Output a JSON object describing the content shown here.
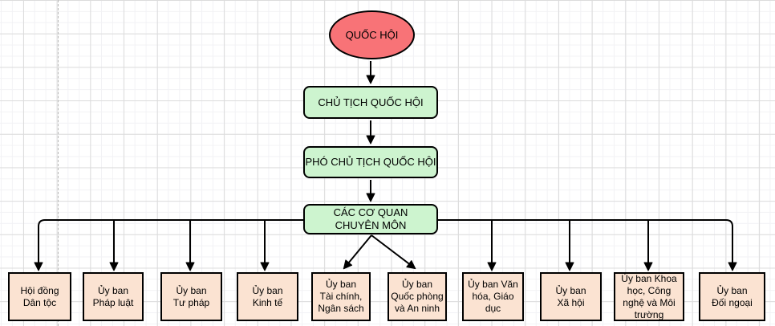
{
  "diagram": {
    "root": {
      "label": "QUỐC HỘI"
    },
    "level1": {
      "label": "CHỦ TỊCH QUỐC HỘI"
    },
    "level2": {
      "label": "PHÓ CHỦ TỊCH QUỐC HỘI"
    },
    "level3": {
      "lines": [
        "CÁC CƠ QUAN",
        "CHUYÊN MÔN"
      ]
    },
    "committees": [
      {
        "id": "hoi-dong-dan-toc",
        "lines": [
          "Hội đồng",
          "Dân tộc"
        ]
      },
      {
        "id": "uy-ban-phap-luat",
        "lines": [
          "Ủy ban",
          "Pháp luật"
        ]
      },
      {
        "id": "uy-ban-tu-phap",
        "lines": [
          "Ủy ban",
          "Tư pháp"
        ]
      },
      {
        "id": "uy-ban-kinh-te",
        "lines": [
          "Ủy ban",
          "Kinh tế"
        ]
      },
      {
        "id": "uy-ban-tai-chinh-ngan-sach",
        "lines": [
          "Ủy ban",
          "Tài chính,",
          "Ngân sách"
        ]
      },
      {
        "id": "uy-ban-quoc-phong-an-ninh",
        "lines": [
          "Ủy ban",
          "Quốc phòng",
          "và An ninh"
        ]
      },
      {
        "id": "uy-ban-van-hoa-giao-duc",
        "lines": [
          "Ủy ban Văn",
          "hóa, Giáo",
          "dục"
        ]
      },
      {
        "id": "uy-ban-xa-hoi",
        "lines": [
          "Ủy ban",
          "Xã hội"
        ]
      },
      {
        "id": "uy-ban-khoa-hoc-cong-nghe-moi-truong",
        "lines": [
          "Ủy ban Khoa",
          "học, Công",
          "nghệ và Môi",
          "trường"
        ]
      },
      {
        "id": "uy-ban-doi-ngoai",
        "lines": [
          "Ủy ban",
          "Đối ngoại"
        ]
      }
    ]
  },
  "colors": {
    "root_fill": "#f87377",
    "branch_fill": "#cdf4cf",
    "leaf_fill": "#fbe3d2",
    "stroke": "#000000",
    "grid_major": "#dcdcdc",
    "grid_minor": "#f2f2f5",
    "page_boundary": "#b9b9b9"
  }
}
